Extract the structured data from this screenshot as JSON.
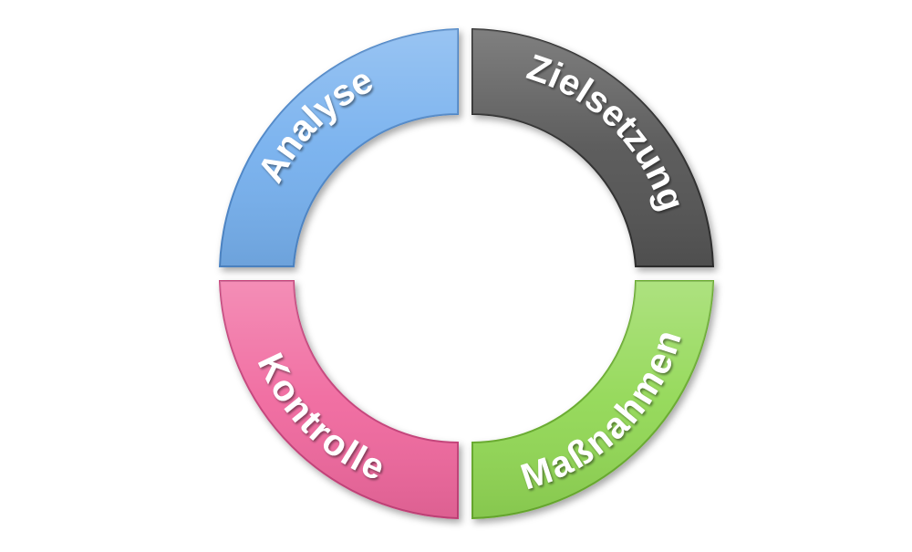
{
  "diagram": {
    "segments": [
      {
        "id": "analyse",
        "label": "Analyse",
        "color": "#76b0ee",
        "edge": "#4e86c7"
      },
      {
        "id": "zielsetzung",
        "label": "Zielsetzung",
        "color": "#555555",
        "edge": "#2f2f2f"
      },
      {
        "id": "massnahmen",
        "label": "Maßnahmen",
        "color": "#92d854",
        "edge": "#68ab2e"
      },
      {
        "id": "kontrolle",
        "label": "Kontrolle",
        "color": "#f0679e",
        "edge": "#c5437a"
      }
    ]
  }
}
